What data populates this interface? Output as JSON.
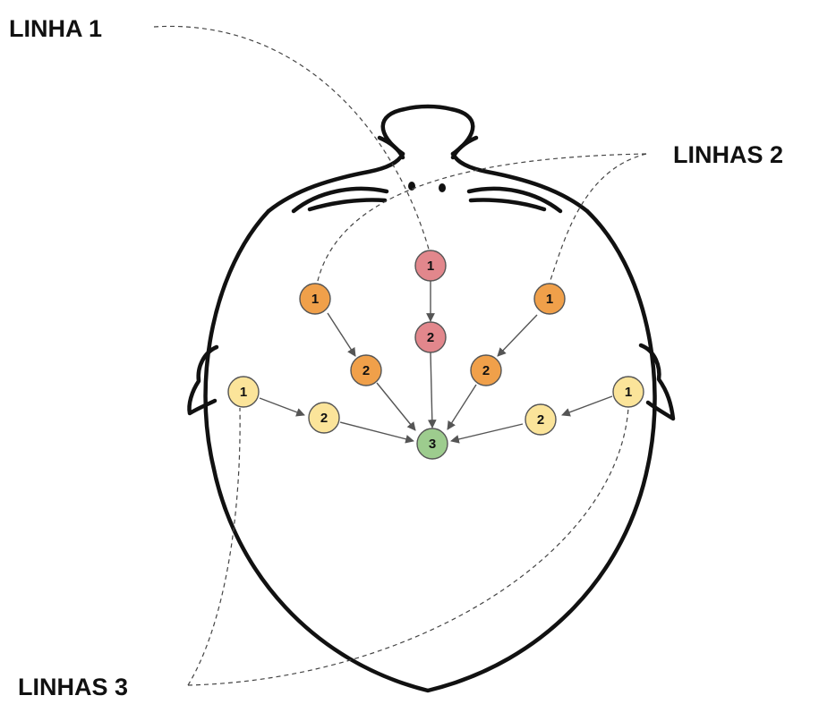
{
  "labels": {
    "line1": "LINHA 1",
    "lines2": "LINHAS 2",
    "lines3": "LINHAS 3"
  },
  "colors": {
    "line1": "#e2878c",
    "line2": "#f0a04a",
    "line3": "#fbe49a",
    "center": "#9dcc8e"
  },
  "nodes": {
    "line1_1": "1",
    "line1_2": "2",
    "line2_left_1": "1",
    "line2_left_2": "2",
    "line2_right_1": "1",
    "line2_right_2": "2",
    "line3_left_1": "1",
    "line3_left_2": "2",
    "line3_right_1": "1",
    "line3_right_2": "2",
    "center": "3"
  }
}
